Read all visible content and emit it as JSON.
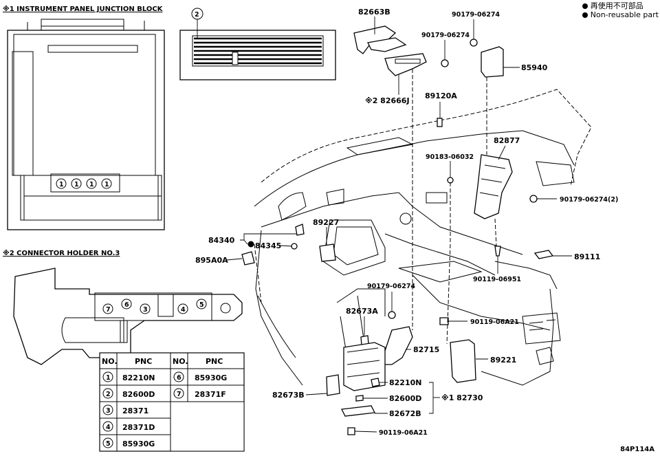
{
  "legend": {
    "line1": "再使用不可部品",
    "line2": "Non-reusable part"
  },
  "headers": {
    "junction_block": "※1 INSTRUMENT PANEL JUNCTION BLOCK",
    "connector_holder": "※2 CONNECTOR HOLDER NO.3"
  },
  "callouts": {
    "c2": "2",
    "jb": [
      "1",
      "1",
      "1",
      "1"
    ],
    "holder": [
      "7",
      "6",
      "3",
      "4",
      "5"
    ]
  },
  "parts": {
    "p82663B": "82663B",
    "p90179a": "90179-06274",
    "p90179b": "90179-06274",
    "p85940": "85940",
    "p82666J": "※2 82666J",
    "p89120A": "89120A",
    "p82877": "82877",
    "p90183": "90183-06032",
    "p90179c": "90179-06274(2)",
    "p89227": "89227",
    "p84340": "84340",
    "p84345": "84345",
    "p895A0A": "895A0A",
    "p89111": "89111",
    "p90119a": "90119-06951",
    "p90179d": "90179-06274",
    "p82673A": "82673A",
    "p90119b": "90119-06A21",
    "p82715": "82715",
    "p89221": "89221",
    "p82210N": "82210N",
    "p82600D": "82600D",
    "p82730": "※1 82730",
    "p82673B": "82673B",
    "p82672B": "82672B",
    "p90119c": "90119-06A21"
  },
  "table": {
    "headers": [
      "NO.",
      "PNC",
      "NO.",
      "PNC"
    ],
    "rows": [
      {
        "no": "1",
        "pnc": "82210N",
        "no2": "6",
        "pnc2": "85930G"
      },
      {
        "no": "2",
        "pnc": "82600D",
        "no2": "7",
        "pnc2": "28371F"
      },
      {
        "no": "3",
        "pnc": "28371",
        "no2": "",
        "pnc2": ""
      },
      {
        "no": "4",
        "pnc": "28371D",
        "no2": "",
        "pnc2": ""
      },
      {
        "no": "5",
        "pnc": "85930G",
        "no2": "",
        "pnc2": ""
      }
    ]
  },
  "diagram_code": "84P114A"
}
